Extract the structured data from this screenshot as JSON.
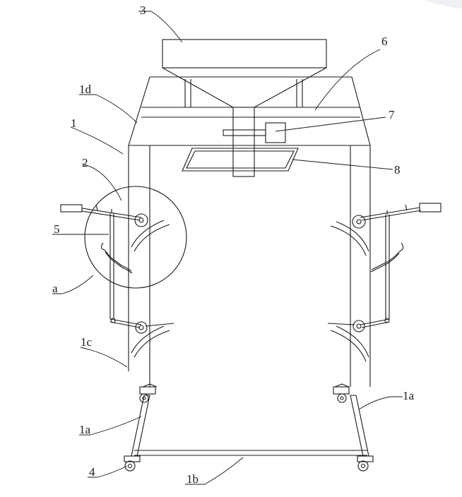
{
  "labels": {
    "l3": "3",
    "l6": "6",
    "l1d": "1d",
    "l1": "1",
    "l7": "7",
    "l8": "8",
    "l2": "2",
    "l5": "5",
    "la": "a",
    "l1c": "1c",
    "l1a_right": "1a",
    "l1a_left": "1a",
    "l4": "4",
    "l1b": "1b"
  }
}
